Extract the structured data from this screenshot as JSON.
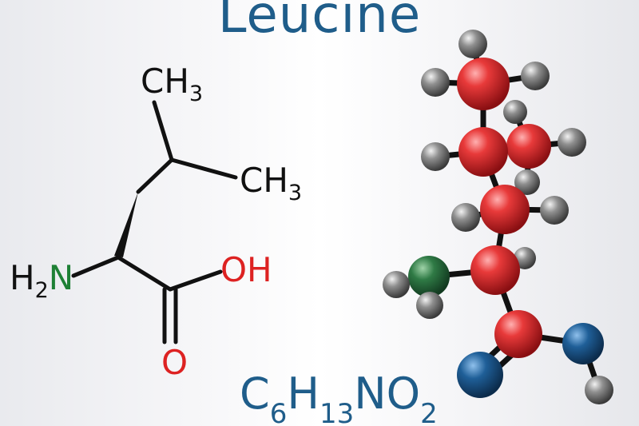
{
  "title": "Leucine",
  "structure": {
    "labels": {
      "ch3_top": {
        "main": "CH",
        "sub": "3"
      },
      "ch3_right": {
        "main": "CH",
        "sub": "3"
      },
      "amine": {
        "h": "H",
        "sub": "2",
        "n": "N"
      },
      "hydroxyl": "OH",
      "carbonyl_o": "O"
    }
  },
  "formula": {
    "parts": [
      {
        "text": "C",
        "sub": "6"
      },
      {
        "text": "H",
        "sub": "13"
      },
      {
        "text": "NO",
        "sub": "2"
      }
    ]
  },
  "colors": {
    "title": "#1f5d8a",
    "carbon": "#d9232b",
    "hydrogen": "#6b6b6b",
    "nitrogen": "#2a6e3f",
    "oxygen": "#1b5a8c",
    "bond": "#111111"
  }
}
